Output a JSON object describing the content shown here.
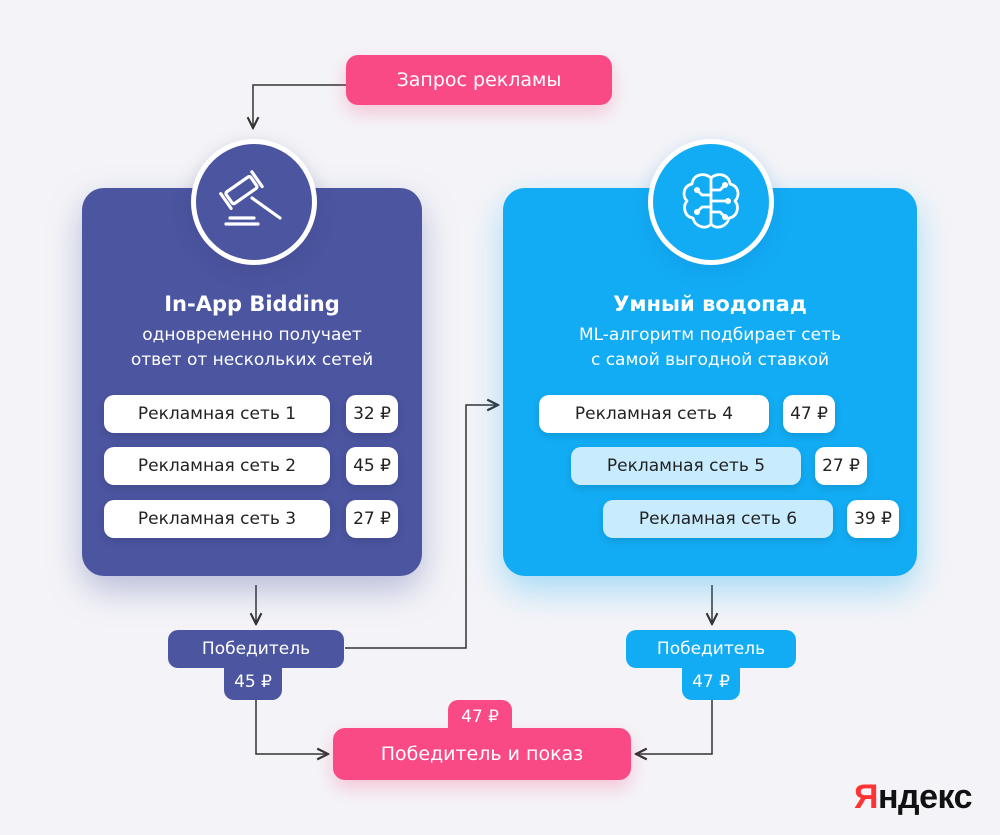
{
  "request": {
    "label": "Запрос рекламы"
  },
  "left_block": {
    "icon": "gavel-icon",
    "title": "In-App Bidding",
    "subtitle_line1": "одновременно получает",
    "subtitle_line2": "ответ от нескольких сетей",
    "networks": [
      {
        "name": "Рекламная сеть 1",
        "bid": "32 ₽"
      },
      {
        "name": "Рекламная сеть 2",
        "bid": "45 ₽"
      },
      {
        "name": "Рекламная сеть 3",
        "bid": "27 ₽"
      }
    ],
    "winner_label": "Победитель",
    "winner_bid": "45 ₽"
  },
  "right_block": {
    "icon": "brain-circuit-icon",
    "title": "Умный водопад",
    "subtitle_line1": "ML-алгоритм подбирает сеть",
    "subtitle_line2": "с самой выгодной ставкой",
    "networks": [
      {
        "name": "Рекламная сеть 4",
        "bid": "47 ₽"
      },
      {
        "name": "Рекламная сеть 5",
        "bid": "27 ₽"
      },
      {
        "name": "Рекламная сеть 6",
        "bid": "39 ₽"
      }
    ],
    "winner_label": "Победитель",
    "winner_bid": "47 ₽"
  },
  "final": {
    "bid": "47 ₽",
    "label": "Победитель и показ"
  },
  "logo": {
    "first_letter": "Я",
    "rest": "ндекс"
  },
  "colors": {
    "background": "#f4f4f8",
    "navy": "#4b55a0",
    "sky": "#12acf4",
    "pink": "#fa4a86",
    "light_sky": "#c8ecfd",
    "arrow": "#333333"
  }
}
